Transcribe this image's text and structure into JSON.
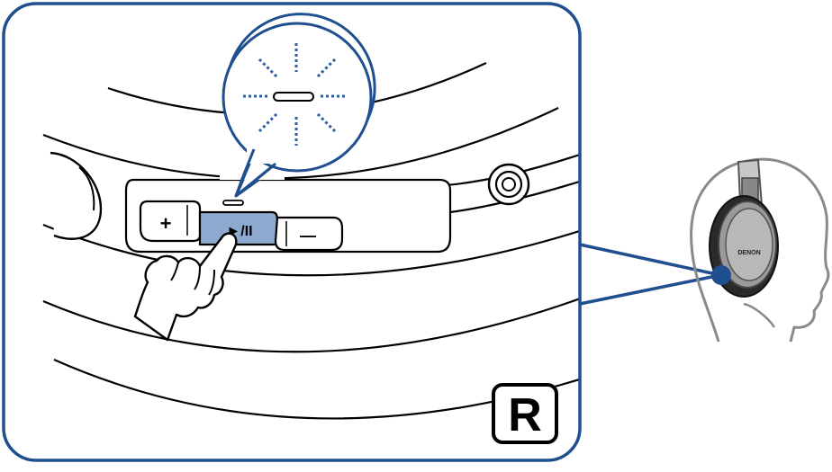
{
  "colors": {
    "frame": "#1f4f8f",
    "line": "#000000",
    "button_highlight": "#8ea9cf",
    "indicator_dots": "#2f5f9f",
    "headphone_shell": "#9a9a9a",
    "headphone_dark": "#2a2a2a",
    "head_outline": "#8a8a8a"
  },
  "buttons": {
    "plus": "+",
    "play_pause": "►/II",
    "minus": "—"
  },
  "headphone": {
    "brand": "DENON"
  },
  "side_badge": {
    "letter": "R"
  },
  "icons": [
    "hand-pointer-icon",
    "blinking-led-icon",
    "headphone-icon"
  ]
}
